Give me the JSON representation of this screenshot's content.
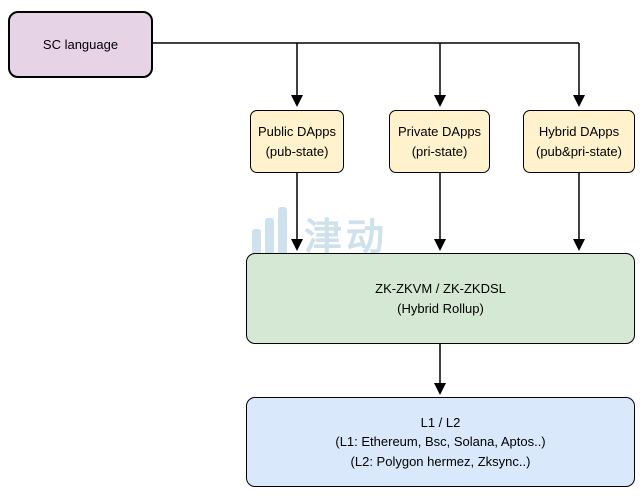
{
  "nodes": {
    "sc_language": {
      "label": "SC language",
      "fill": "#e6d4e6"
    },
    "public_dapps": {
      "lines": [
        "Public DApps",
        "(pub-state)"
      ],
      "fill": "#fff2cc"
    },
    "private_dapps": {
      "lines": [
        "Private DApps",
        "(pri-state)"
      ],
      "fill": "#fff2cc"
    },
    "hybrid_dapps": {
      "lines": [
        "Hybrid DApps",
        "(pub&pri-state)"
      ],
      "fill": "#fff2cc"
    },
    "zk_rollup": {
      "lines": [
        "ZK-ZKVM / ZK-ZKDSL",
        "(Hybrid Rollup)"
      ],
      "fill": "#d5e8d4"
    },
    "l1_l2": {
      "lines": [
        "L1 / L2",
        "(L1: Ethereum, Bsc, Solana, Aptos..)",
        "(L2: Polygon hermez, Zksync..)"
      ],
      "fill": "#dae8fc"
    }
  },
  "watermark": {
    "text": "津动",
    "color": "#9ec4dd"
  },
  "edge_color": "#000000"
}
